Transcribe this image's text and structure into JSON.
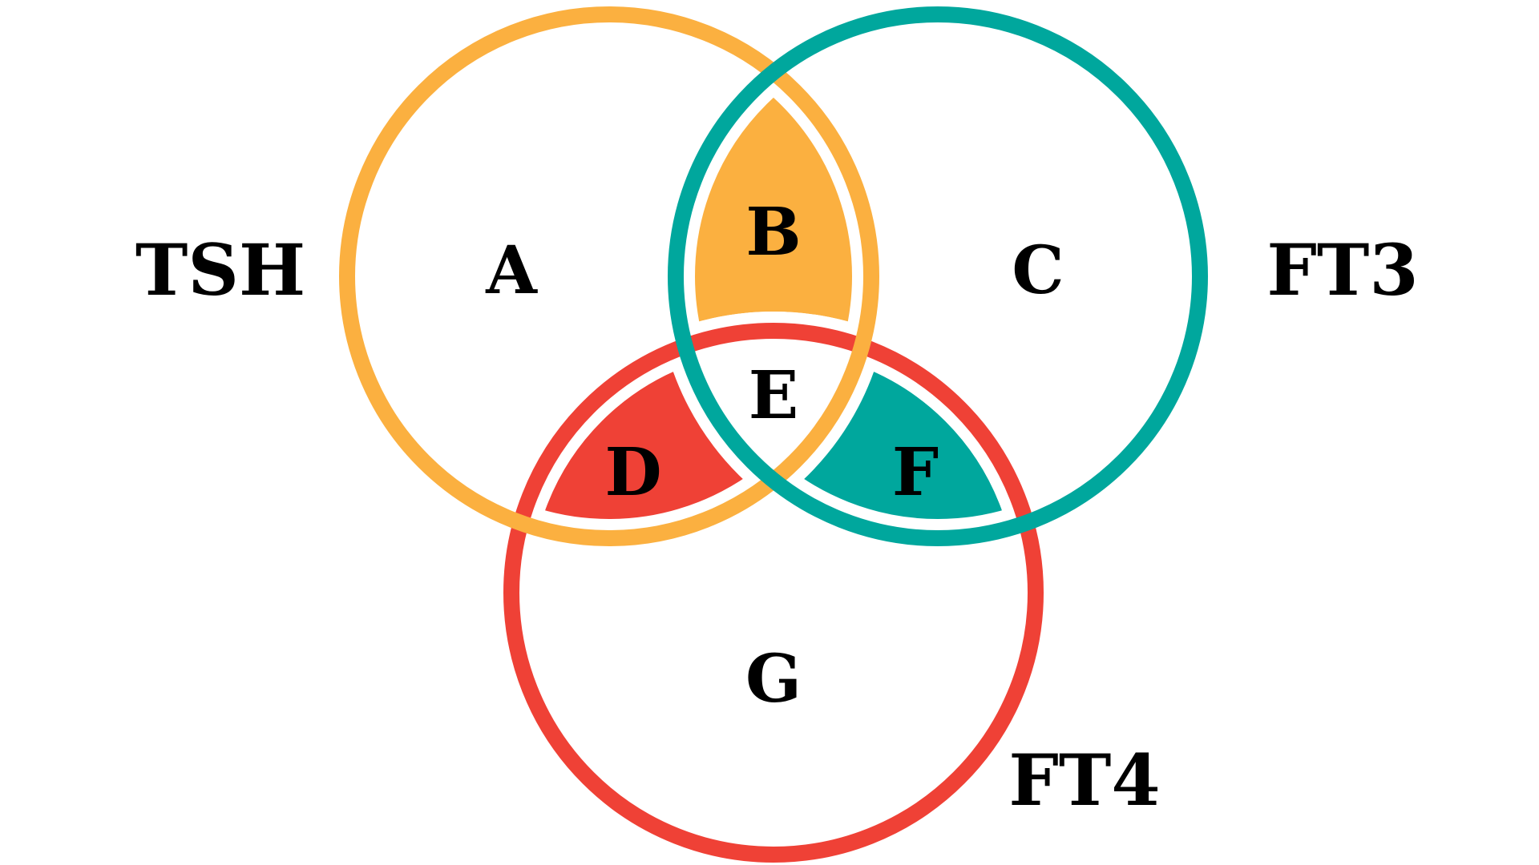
{
  "diagram": {
    "type": "venn",
    "sets": [
      {
        "name": "TSH",
        "color": "#FBB040"
      },
      {
        "name": "FT3",
        "color": "#00A79D"
      },
      {
        "name": "FT4",
        "color": "#EF4136"
      }
    ],
    "regions": {
      "a": "A",
      "b": "B",
      "c": "C",
      "d": "D",
      "e": "E",
      "f": "F",
      "g": "G"
    },
    "highlighted_regions": {
      "b": "#FBB040",
      "d": "#EF4136",
      "f": "#00A79D"
    }
  }
}
